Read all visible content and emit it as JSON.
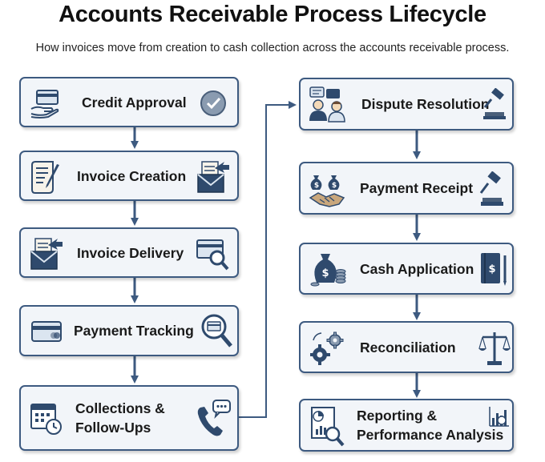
{
  "title": "Accounts Receivable Process Lifecycle",
  "subtitle": "How invoices move from creation to cash collection across the accounts receivable process.",
  "left_steps": [
    {
      "label": "Credit Approval",
      "left_icon": "credit-card-hand-icon",
      "right_icon": "check-circle-icon"
    },
    {
      "label": "Invoice Creation",
      "left_icon": "document-pen-icon",
      "right_icon": "envelope-send-icon"
    },
    {
      "label": "Invoice Delivery",
      "left_icon": "envelope-send-icon",
      "right_icon": "magnifier-card-icon"
    },
    {
      "label": "Payment Tracking",
      "left_icon": "credit-card-icon",
      "right_icon": "magnifier-card-icon"
    },
    {
      "label_lines": [
        "Collections &",
        "Follow-Ups"
      ],
      "left_icon": "calendar-clock-icon",
      "right_icon": "phone-chat-icon"
    }
  ],
  "right_steps": [
    {
      "label": "Dispute Resolution",
      "left_icon": "people-discussion-icon",
      "right_icon": "gavel-icon"
    },
    {
      "label": "Payment Receipt",
      "left_icon": "money-bags-handshake-icon",
      "right_icon": "gavel-icon"
    },
    {
      "label": "Cash Application",
      "left_icon": "money-bag-coins-icon",
      "right_icon": "ledger-book-icon"
    },
    {
      "label": "Reconciliation",
      "left_icon": "gears-icon",
      "right_icon": "balance-scale-icon"
    },
    {
      "label_lines": [
        "Reporting &",
        "Performance Analysis"
      ],
      "left_icon": "report-chart-icon",
      "right_icon": "bar-chart-magnifier-icon"
    }
  ],
  "colors": {
    "border": "#3d5a80",
    "box_fill": "#f2f5f9",
    "arrow": "#3d5a80",
    "icon_dark": "#2f4a6d",
    "icon_light": "#dbe5f0"
  }
}
